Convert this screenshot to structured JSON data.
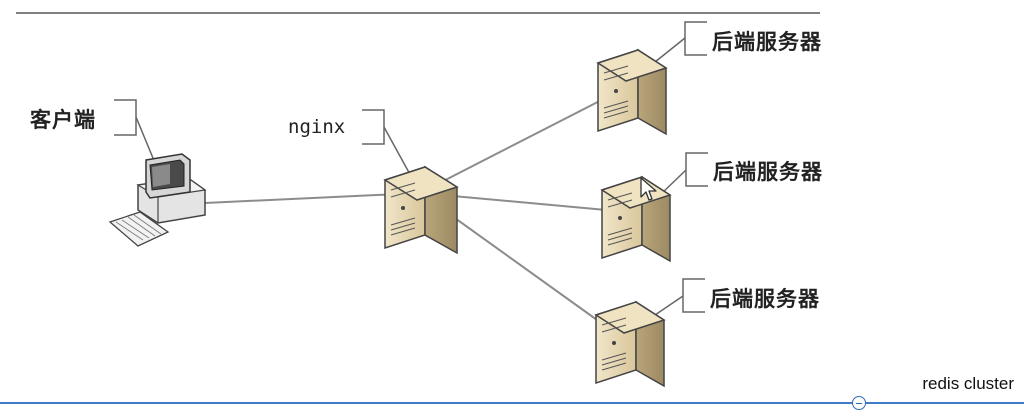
{
  "diagram": {
    "client_label": "客户端",
    "proxy_label": "nginx",
    "server_labels": [
      "后端服务器",
      "后端服务器",
      "后端服务器"
    ]
  },
  "overlay": {
    "caption": "redis cluster"
  },
  "colors": {
    "accent": "#3d7cc9",
    "server_body": "#e8d9b5",
    "server_shade": "#c9b68c",
    "line": "#8a8a8a"
  }
}
